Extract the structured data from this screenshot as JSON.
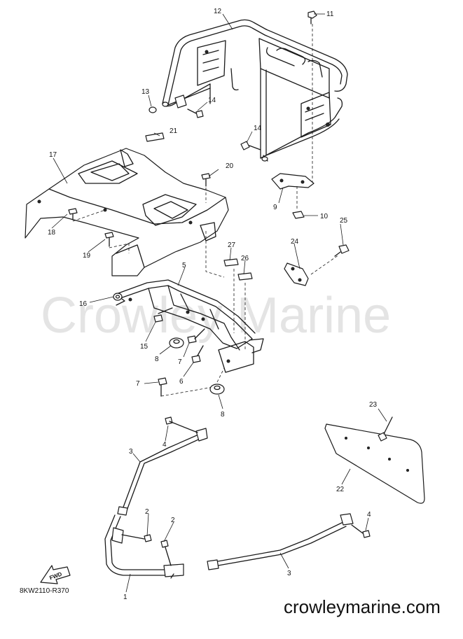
{
  "watermark": "Crowley Marine",
  "diagram_code": "8KW2110-R370",
  "site_url": "crowleymarine.com",
  "fwd_label": "FWD",
  "callouts": {
    "c1": "1",
    "c2a": "2",
    "c2b": "2",
    "c3a": "3",
    "c3b": "3",
    "c4a": "4",
    "c4b": "4",
    "c5": "5",
    "c6": "6",
    "c7a": "7",
    "c7b": "7",
    "c8a": "8",
    "c8b": "8",
    "c9": "9",
    "c10": "10",
    "c11": "11",
    "c12": "12",
    "c13": "13",
    "c14a": "14",
    "c14b": "14",
    "c15": "15",
    "c16": "16",
    "c17": "17",
    "c18": "18",
    "c19": "19",
    "c20": "20",
    "c21": "21",
    "c22": "22",
    "c23": "23",
    "c24": "24",
    "c25": "25",
    "c26": "26",
    "c27": "27"
  }
}
